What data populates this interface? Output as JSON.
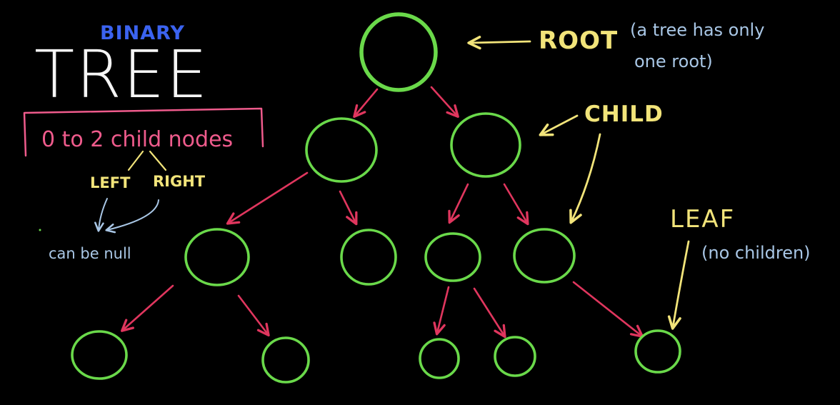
{
  "title": {
    "main": "TREE",
    "sub": "BINARY"
  },
  "definition": {
    "rule": "0 to 2 child nodes",
    "left_label": "LEFT",
    "right_label": "RIGHT",
    "null_note": "can be null"
  },
  "annotations": {
    "root_label": "ROOT",
    "root_note_line1": "(a tree has only",
    "root_note_line2": "one root)",
    "child_label": "CHILD",
    "leaf_label": "LEAF",
    "leaf_note": "(no children)"
  },
  "colors": {
    "background": "#000000",
    "node_stroke": "#6ad94a",
    "edge": "#e0365e",
    "annotation_yellow": "#f2e47a",
    "note_blue": "#a9c7e6",
    "title_blue": "#3b63f0",
    "rule_pink": "#ef5b8c",
    "title_white": "#f5f5f5"
  }
}
